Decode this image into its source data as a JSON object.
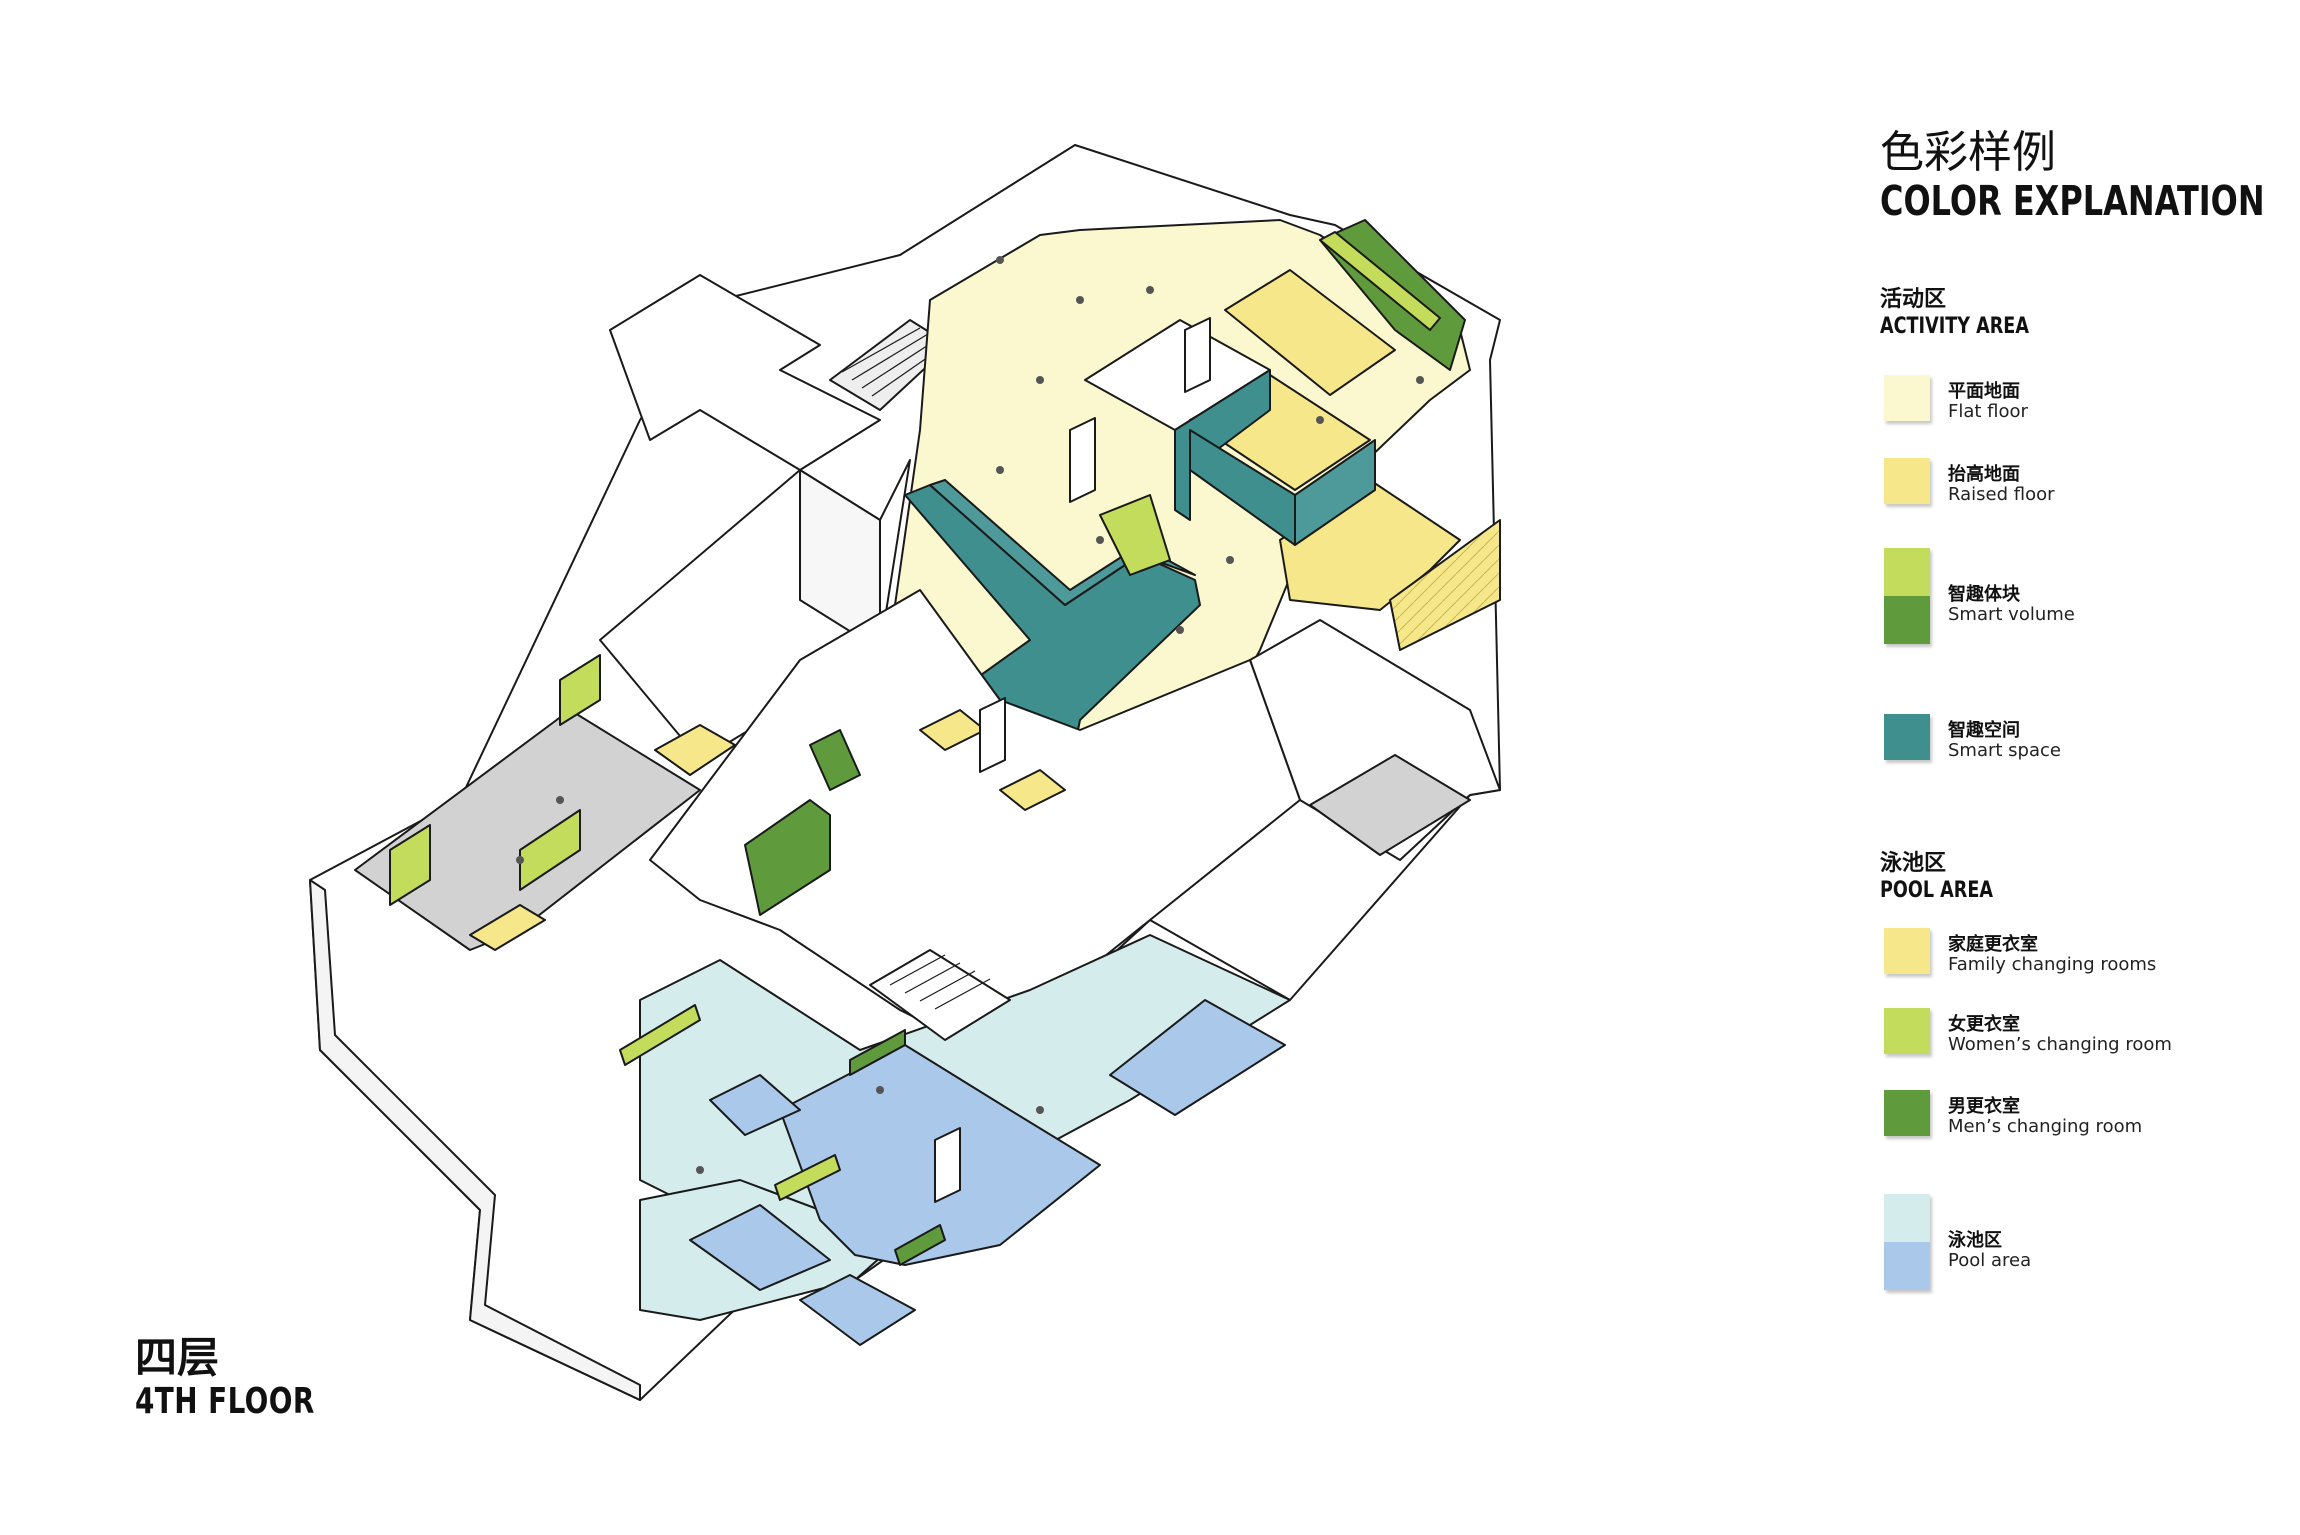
{
  "colors": {
    "flat_floor": "#fbf7cf",
    "raised_floor": "#f6e88a",
    "smart_volume_light": "#c3dc5c",
    "smart_volume_dark": "#5f9b3c",
    "smart_space": "#3f8f8f",
    "family_changing": "#f6e88a",
    "womens_changing": "#c3dc5c",
    "mens_changing": "#5f9b3c",
    "pool_area": "#d5ecec",
    "pool": "#aac8ea",
    "grey_floor": "#d2d2d2",
    "wall": "#ffffff",
    "line": "#1a1a1a"
  },
  "floor_label": {
    "cn": "四层",
    "en": "4TH FLOOR"
  },
  "legend": {
    "title_cn": "色彩样例",
    "title_en": "COLOR EXPLANATION",
    "activity": {
      "title_cn": "活动区",
      "title_en": "ACTIVITY AREA",
      "items": [
        {
          "cn": "平面地面",
          "en": "Flat floor",
          "color": "#fbf7cf"
        },
        {
          "cn": "抬高地面",
          "en": "Raised floor",
          "color": "#f6e88a"
        },
        {
          "cn": "智趣体块",
          "en": "Smart volume",
          "color": "#c3dc5c",
          "color2": "#5f9b3c"
        },
        {
          "cn": "智趣空间",
          "en": "Smart space",
          "color": "#3f8f8f"
        }
      ]
    },
    "pool": {
      "title_cn": "泳池区",
      "title_en": "POOL AREA",
      "items": [
        {
          "cn": "家庭更衣室",
          "en": "Family changing rooms",
          "color": "#f6e88a"
        },
        {
          "cn": "女更衣室",
          "en": "Women’s changing room",
          "color": "#c3dc5c"
        },
        {
          "cn": "男更衣室",
          "en": "Men’s changing room",
          "color": "#5f9b3c"
        },
        {
          "cn": "泳池区",
          "en": "Pool area",
          "color": "#d5ecec",
          "color2": "#aac8ea"
        }
      ]
    }
  }
}
